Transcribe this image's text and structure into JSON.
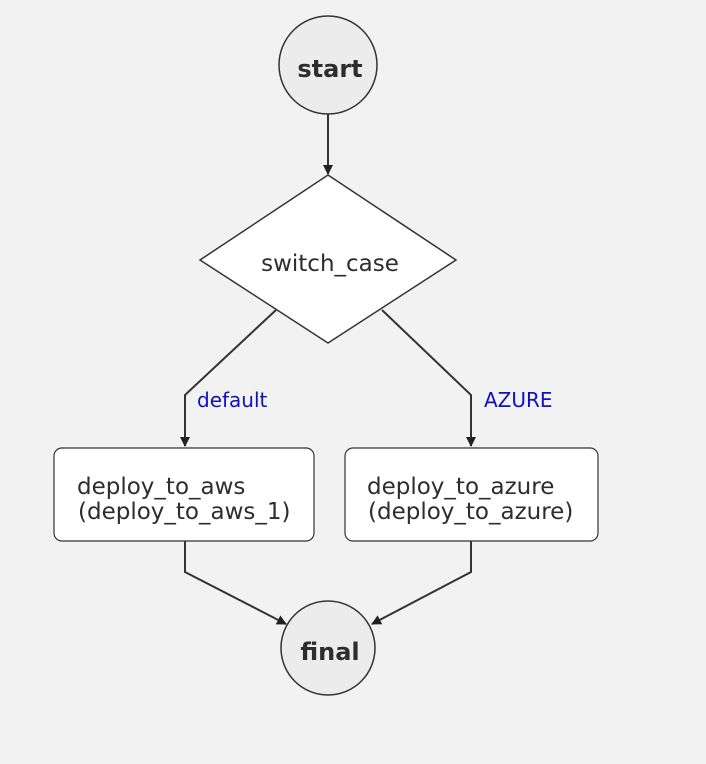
{
  "nodes": {
    "start": {
      "label": "start"
    },
    "switch_case": {
      "label": "switch_case"
    },
    "deploy_to_aws": {
      "line1": "deploy_to_aws",
      "line2": "(deploy_to_aws_1)"
    },
    "deploy_to_azure": {
      "line1": "deploy_to_azure",
      "line2": "(deploy_to_azure)"
    },
    "final": {
      "label": "final"
    }
  },
  "edges": {
    "to_aws_label": "default",
    "to_azure_label": "AZURE"
  },
  "colors": {
    "background": "#f2f2f2",
    "node_fill_circle": "#ececec",
    "node_fill_box": "#ffffff",
    "stroke": "#333333",
    "edge_label": "#1010c0"
  }
}
